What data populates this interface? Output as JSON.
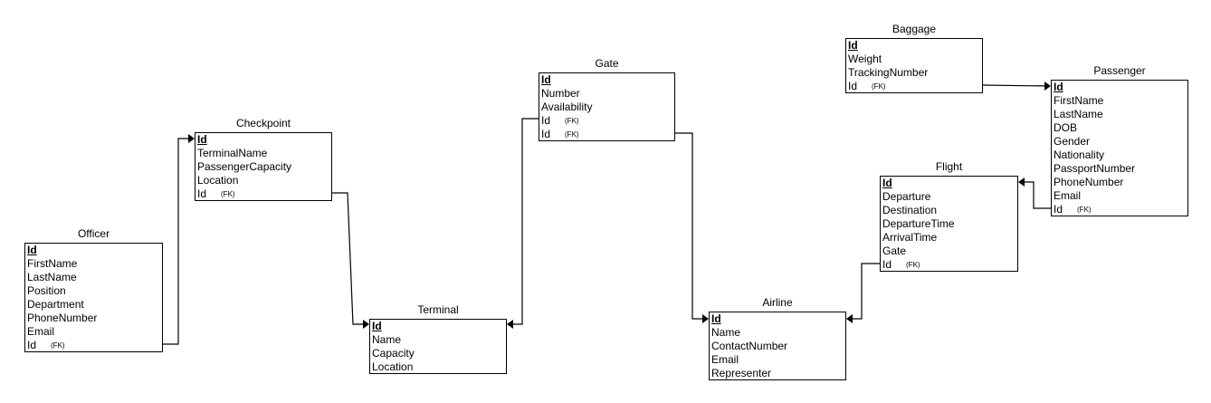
{
  "entities": {
    "officer": {
      "title": "Officer",
      "attributes": [
        {
          "name": "Id",
          "pk": true
        },
        {
          "name": "FirstName"
        },
        {
          "name": "LastName"
        },
        {
          "name": "Position"
        },
        {
          "name": "Department"
        },
        {
          "name": "PhoneNumber"
        },
        {
          "name": "Email"
        },
        {
          "name": "Id",
          "flag": "(FK)"
        }
      ]
    },
    "checkpoint": {
      "title": "Checkpoint",
      "attributes": [
        {
          "name": "Id",
          "pk": true
        },
        {
          "name": "TerminalName"
        },
        {
          "name": "PassengerCapacity"
        },
        {
          "name": "Location"
        },
        {
          "name": "Id",
          "flag": "(FK)"
        }
      ]
    },
    "terminal": {
      "title": "Terminal",
      "attributes": [
        {
          "name": "Id",
          "pk": true
        },
        {
          "name": "Name"
        },
        {
          "name": "Capacity"
        },
        {
          "name": "Location"
        }
      ]
    },
    "gate": {
      "title": "Gate",
      "attributes": [
        {
          "name": "Id",
          "pk": true
        },
        {
          "name": "Number"
        },
        {
          "name": "Availability"
        },
        {
          "name": "Id",
          "flag": "(FK)"
        },
        {
          "name": "Id",
          "flag": "(FK)"
        }
      ]
    },
    "airline": {
      "title": "Airline",
      "attributes": [
        {
          "name": "Id",
          "pk": true
        },
        {
          "name": "Name"
        },
        {
          "name": "ContactNumber"
        },
        {
          "name": "Email"
        },
        {
          "name": "Representer"
        }
      ]
    },
    "flight": {
      "title": "Flight",
      "attributes": [
        {
          "name": "Id",
          "pk": true
        },
        {
          "name": "Departure"
        },
        {
          "name": "Destination"
        },
        {
          "name": "DepartureTime"
        },
        {
          "name": "ArrivalTime"
        },
        {
          "name": "Gate"
        },
        {
          "name": "Id",
          "flag": "(FK)"
        }
      ]
    },
    "baggage": {
      "title": "Baggage",
      "attributes": [
        {
          "name": "Id",
          "pk": true
        },
        {
          "name": "Weight"
        },
        {
          "name": "TrackingNumber"
        },
        {
          "name": "Id",
          "flag": "(FK)"
        }
      ]
    },
    "passenger": {
      "title": "Passenger",
      "attributes": [
        {
          "name": "Id",
          "pk": true
        },
        {
          "name": "FirstName"
        },
        {
          "name": "LastName"
        },
        {
          "name": "DOB"
        },
        {
          "name": "Gender"
        },
        {
          "name": "Nationality"
        },
        {
          "name": "PassportNumber"
        },
        {
          "name": "PhoneNumber"
        },
        {
          "name": "Email"
        },
        {
          "name": "Id",
          "flag": "(FK)"
        }
      ]
    }
  },
  "relationships": [
    {
      "from": "officer",
      "to": "checkpoint"
    },
    {
      "from": "checkpoint",
      "to": "terminal"
    },
    {
      "from": "gate",
      "to": "terminal"
    },
    {
      "from": "gate",
      "to": "airline"
    },
    {
      "from": "flight",
      "to": "airline"
    },
    {
      "from": "passenger",
      "to": "flight"
    },
    {
      "from": "baggage",
      "to": "passenger"
    }
  ]
}
